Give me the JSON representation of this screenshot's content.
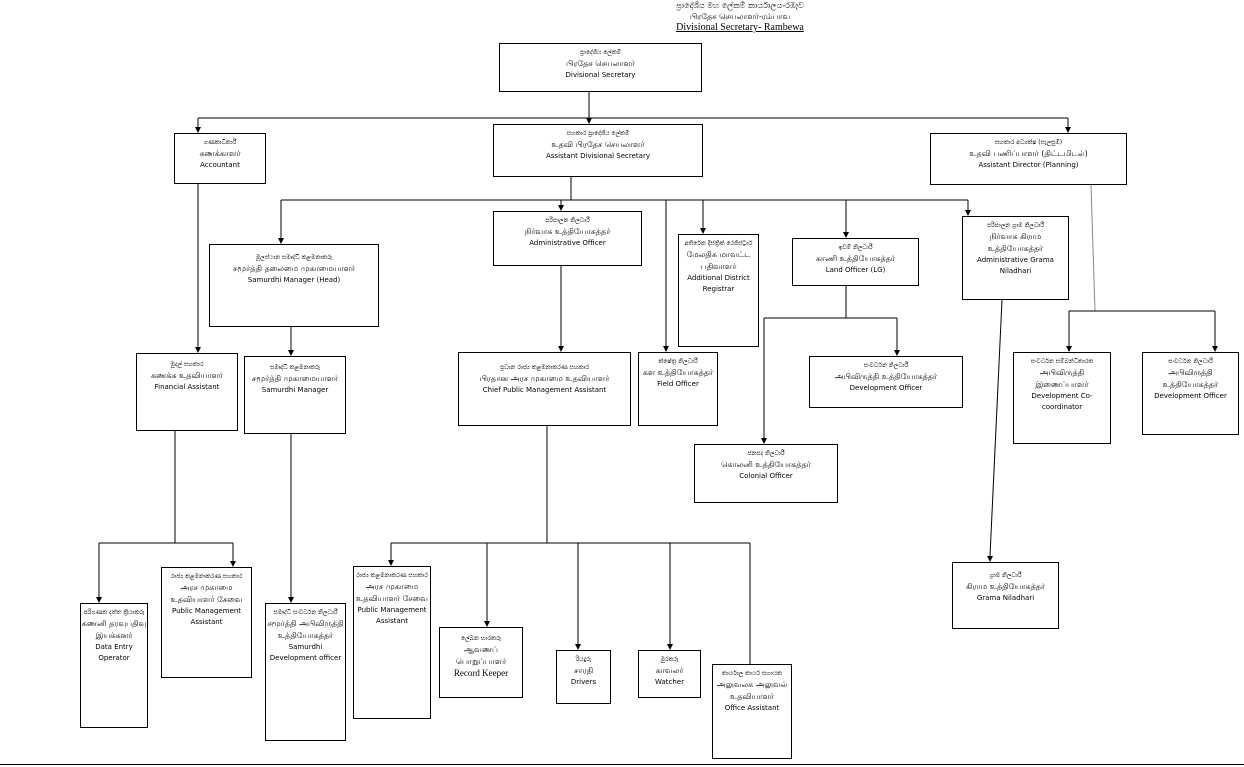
{
  "header": {
    "sinhala": "ප්‍රාදේශීය මහ ලේකම් කාර්යාලය-රඹෑව",
    "tamil": "பிரதேச செயலாளர்-ரம்பாவ",
    "english": "Divisional Secretary- Rambewa"
  },
  "boxes": {
    "ds": {
      "si": "ප්‍රාදේශීය ලේකම්",
      "ta": "பிரதேச செயலாளர்",
      "en": "Divisional Secretary"
    },
    "acc": {
      "si": "ගණකාධිකාරී",
      "ta": "கணக்காளர்",
      "en": "Accountant"
    },
    "ads": {
      "si": "සහකාර ප්‍රාදේශීය ලේකම්",
      "ta": "உதவி பிரதேச செயலாளர்",
      "en": "Assistant Divisional Secretary"
    },
    "adp": {
      "si": "සහකාර අධ්‍යක්ෂ (සැලසුම්)",
      "ta": "உதவி பணிப்பாளர் (திட்டமிடல்)",
      "en": "Assistant Director (Planning)"
    },
    "smh": {
      "si": "මූලස්ථාන සමෘද්ධි කළමනාකරු",
      "ta": "சமூர்த்தி தலைமை முகாமையாளர்",
      "en": "Samurdhi Manager (Head)"
    },
    "ao": {
      "si": "පරිපාලන නිලධාරී",
      "ta": "நிர்வாக உத்தியோகத்தர்",
      "en": "Administrative Officer"
    },
    "adr": {
      "si": "අතිරේක දිස්ත්‍රික් රෙජිස්ට්‍රාර්",
      "ta": "மேலதிக மாவட்ட பதிவாளர்",
      "en": "Additional District Registrar"
    },
    "lo": {
      "si": "ඉඩම් නිලධාරී",
      "ta": "காணி உத்தியோகத்தர்",
      "en": "Land Officer (LG)"
    },
    "agn": {
      "si": "පරිපාලන ග්‍රාම නිලධාරී",
      "ta": "நிர்வாக கிராம உத்தியோகத்தர்",
      "en": "Administrative Grama Niladhari"
    },
    "fa": {
      "si": "මුදල් සහකාර",
      "ta": "கணக்க உதவியாளர்",
      "en": "Financial Assistant"
    },
    "sm": {
      "si": "සමෘද්ධි කළමනාකරු",
      "ta": "சமூர்த்தி முகாமையாளர்",
      "en": "Samurdhi Manager"
    },
    "cpma": {
      "si": "ප්‍රධාන රාජ්‍ය කළමනාකරණ සහකාර",
      "ta": "பிரதான அரச முகாமை உதவியாளர்",
      "en": "Chief Public Management Assistant"
    },
    "fo": {
      "si": "ක්ෂේත්‍ර නිලධාරී",
      "ta": "கள உத்தியோகத்தர்",
      "en": "Field Officer"
    },
    "do1": {
      "si": "සංවර්ධන නිලධාරී",
      "ta": "அபிவிருத்தி உத்தியோகத்தர்",
      "en": "Development Officer"
    },
    "dcoord": {
      "si": "සංවර්ධන සම්බන්ධීකාරක",
      "ta": "அபிவிருத்தி இணைப்பாளர்",
      "en": "Development Co-coordinator"
    },
    "do2": {
      "si": "සංවර්ධන නිලධාරී",
      "ta": "அபிவிருத்தி உத்தியோகத்தர்",
      "en": "Development Officer"
    },
    "co": {
      "si": "ජනපද නිලධාරී",
      "ta": "கொலனி உத்தியோகத்தர்",
      "en": "Colonial Officer"
    },
    "deo": {
      "si": "පරිගණක දත්ත ක්‍රියාකරු",
      "ta": "கணனி தரவுபதிவு இயக்கனர்",
      "en": "Data Entry Operator"
    },
    "pma1": {
      "si": "රාජ්‍ය කළමනාකරණ සහකාර",
      "ta": "அரச முகாமை உதவியாளர் சேவை",
      "en": "Public Management Assistant"
    },
    "sdo": {
      "si": "සමෘද්ධි සංවර්ධන නිලධාරී",
      "ta": "சமூர்த்தி அபிவிருத்தி உத்தியோகத்தர்",
      "en": "Samurdhi Development officer"
    },
    "pma2": {
      "si": "රාජ්‍ය කළමනාකරණ සහකාර",
      "ta": "அரச முகாமை உதவியாளர் சேவை",
      "en": "Public Management Assistant"
    },
    "rk": {
      "si": "ලේඛන භාරකරු",
      "ta": "ஆவணப் பொறுப்பாளர்",
      "en": "Record Keeper"
    },
    "drv": {
      "si": "රියදුරු",
      "ta": "சாரதி",
      "en": "Drivers"
    },
    "wat": {
      "si": "මුරකරු",
      "ta": "காவலர்",
      "en": "Watcher"
    },
    "oa": {
      "si": "කාර්යාල කාර්ය සහායක",
      "ta": "அலுவலக அலுவல் உதவியாளர்",
      "en": "Office Assistant"
    },
    "gn": {
      "si": "ග්‍රාම නිලධාරී",
      "ta": "கிராம உத்தியோகத்தர்",
      "en": "Grama Niladhari"
    }
  }
}
